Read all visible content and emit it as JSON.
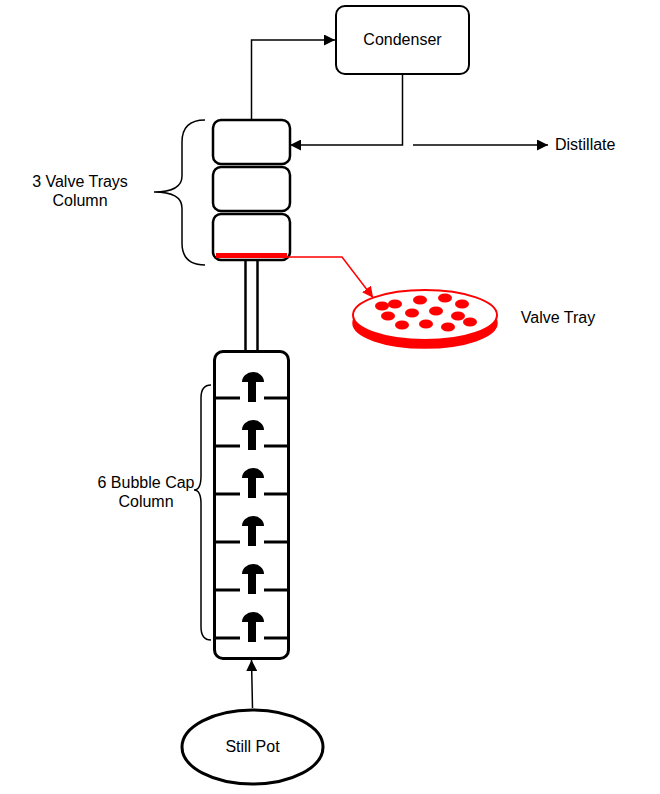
{
  "diagram": {
    "nodes": [
      {
        "text": [
          "Condenser"
        ]
      },
      {
        "text": [
          "3 Valve Trays Column"
        ]
      },
      {
        "text": [
          "Valve Tray"
        ]
      },
      {
        "text": [
          "6 Bubble Cap Column"
        ]
      },
      {
        "text": [
          "Still Pot"
        ]
      }
    ],
    "edges": [
      {
        "from": 1,
        "to": 0,
        "arrow": "to"
      },
      {
        "from": 0,
        "to": 1,
        "arrow": "to"
      },
      {
        "from": 1,
        "to": 2,
        "arrow": "to"
      },
      {
        "from": 3,
        "to": 1,
        "arrow": "none"
      },
      {
        "from": 4,
        "to": 3,
        "arrow": "to"
      }
    ],
    "labels": [
      "Distillate"
    ]
  }
}
